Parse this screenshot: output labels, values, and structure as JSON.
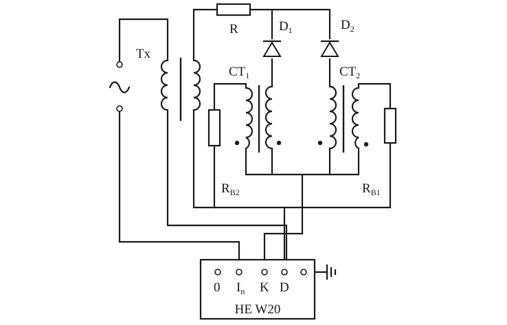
{
  "labels": {
    "tx": "Tx",
    "r": "R",
    "d1_main": "D",
    "d1_sub": "1",
    "d2_main": "D",
    "d2_sub": "2",
    "ct1_main": "CT",
    "ct1_sub": "1",
    "ct2_main": "CT",
    "ct2_sub": "2",
    "rb2_main": "R",
    "rb2_sub": "B2",
    "rb1_main": "R",
    "rb1_sub": "B1",
    "ac_source": "~",
    "tester_name": "HE W20"
  },
  "terminals": {
    "t0": "0",
    "tin_main": "I",
    "tin_sub": "n",
    "tk": "K",
    "td": "D"
  },
  "icons": {
    "ac": "ac-source-icon",
    "ground": "ground-icon",
    "diode": "diode-icon",
    "resistor": "resistor-icon",
    "coil": "inductor-coil-icon"
  }
}
